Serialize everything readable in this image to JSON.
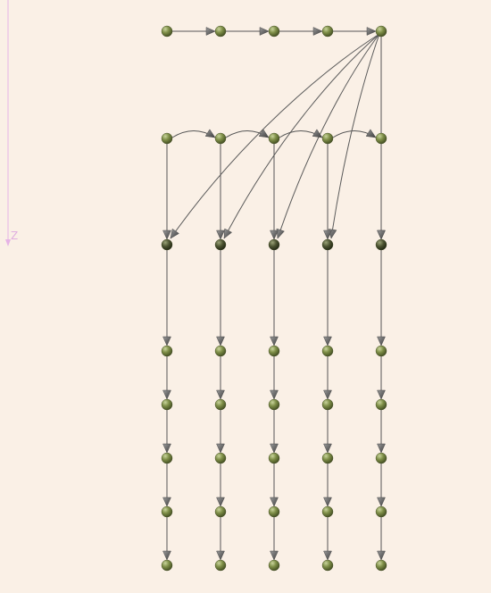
{
  "axis": {
    "label": "Z",
    "color": "#e6b3e6"
  },
  "colors": {
    "background": "#faf0e6",
    "node": "#6b7a3a",
    "node_highlight": "#b6c38a",
    "edge": "#555555",
    "arrow": "#6e6e6e"
  },
  "graph": {
    "layers": [
      [
        "n0_0",
        "n0_1",
        "n0_2",
        "n0_3",
        "n0_4"
      ],
      [
        "n1_0",
        "n1_1",
        "n1_2",
        "n1_3",
        "n1_4"
      ],
      [
        "n2_0",
        "n2_1",
        "n2_2",
        "n2_3",
        "n2_4"
      ],
      [
        "n3_0",
        "n3_1",
        "n3_2",
        "n3_3",
        "n3_4"
      ],
      [
        "n4_0",
        "n4_1",
        "n4_2",
        "n4_3",
        "n4_4"
      ],
      [
        "n5_0",
        "n5_1",
        "n5_2",
        "n5_3",
        "n5_4"
      ],
      [
        "n6_0",
        "n6_1",
        "n6_2",
        "n6_3",
        "n6_4"
      ],
      [
        "n7_0",
        "n7_1",
        "n7_2",
        "n7_3",
        "n7_4"
      ]
    ],
    "edges": [
      {
        "from": "n0_0",
        "to": "n0_1",
        "kind": "straight"
      },
      {
        "from": "n0_1",
        "to": "n0_2",
        "kind": "straight"
      },
      {
        "from": "n0_2",
        "to": "n0_3",
        "kind": "straight"
      },
      {
        "from": "n0_3",
        "to": "n0_4",
        "kind": "straight"
      },
      {
        "from": "n0_4",
        "to": "n2_0",
        "kind": "curve"
      },
      {
        "from": "n0_4",
        "to": "n2_1",
        "kind": "curve"
      },
      {
        "from": "n0_4",
        "to": "n2_2",
        "kind": "curve"
      },
      {
        "from": "n0_4",
        "to": "n2_3",
        "kind": "curve"
      },
      {
        "from": "n0_4",
        "to": "n2_4",
        "kind": "straight"
      },
      {
        "from": "n1_0",
        "to": "n1_1",
        "kind": "arc"
      },
      {
        "from": "n1_1",
        "to": "n1_2",
        "kind": "arc"
      },
      {
        "from": "n1_2",
        "to": "n1_3",
        "kind": "arc"
      },
      {
        "from": "n1_3",
        "to": "n1_4",
        "kind": "arc"
      },
      {
        "from": "n1_0",
        "to": "n2_0",
        "kind": "straight"
      },
      {
        "from": "n1_1",
        "to": "n2_1",
        "kind": "straight"
      },
      {
        "from": "n1_2",
        "to": "n2_2",
        "kind": "straight"
      },
      {
        "from": "n1_3",
        "to": "n2_3",
        "kind": "straight"
      },
      {
        "from": "n1_4",
        "to": "n2_4",
        "kind": "straight"
      },
      {
        "from": "n2_0",
        "to": "n3_0",
        "kind": "straight"
      },
      {
        "from": "n2_1",
        "to": "n3_1",
        "kind": "straight"
      },
      {
        "from": "n2_2",
        "to": "n3_2",
        "kind": "straight"
      },
      {
        "from": "n2_3",
        "to": "n3_3",
        "kind": "straight"
      },
      {
        "from": "n2_4",
        "to": "n3_4",
        "kind": "straight"
      },
      {
        "from": "n3_0",
        "to": "n4_0",
        "kind": "straight"
      },
      {
        "from": "n3_1",
        "to": "n4_1",
        "kind": "straight"
      },
      {
        "from": "n3_2",
        "to": "n4_2",
        "kind": "straight"
      },
      {
        "from": "n3_3",
        "to": "n4_3",
        "kind": "straight"
      },
      {
        "from": "n3_4",
        "to": "n4_4",
        "kind": "straight"
      },
      {
        "from": "n4_0",
        "to": "n5_0",
        "kind": "straight"
      },
      {
        "from": "n4_1",
        "to": "n5_1",
        "kind": "straight"
      },
      {
        "from": "n4_2",
        "to": "n5_2",
        "kind": "straight"
      },
      {
        "from": "n4_3",
        "to": "n5_3",
        "kind": "straight"
      },
      {
        "from": "n4_4",
        "to": "n5_4",
        "kind": "straight"
      },
      {
        "from": "n5_0",
        "to": "n6_0",
        "kind": "straight"
      },
      {
        "from": "n5_1",
        "to": "n6_1",
        "kind": "straight"
      },
      {
        "from": "n5_2",
        "to": "n6_2",
        "kind": "straight"
      },
      {
        "from": "n5_3",
        "to": "n6_3",
        "kind": "straight"
      },
      {
        "from": "n5_4",
        "to": "n6_4",
        "kind": "straight"
      },
      {
        "from": "n6_0",
        "to": "n7_0",
        "kind": "straight"
      },
      {
        "from": "n6_1",
        "to": "n7_1",
        "kind": "straight"
      },
      {
        "from": "n6_2",
        "to": "n7_2",
        "kind": "straight"
      },
      {
        "from": "n6_3",
        "to": "n7_3",
        "kind": "straight"
      },
      {
        "from": "n6_4",
        "to": "n7_4",
        "kind": "straight"
      }
    ]
  }
}
